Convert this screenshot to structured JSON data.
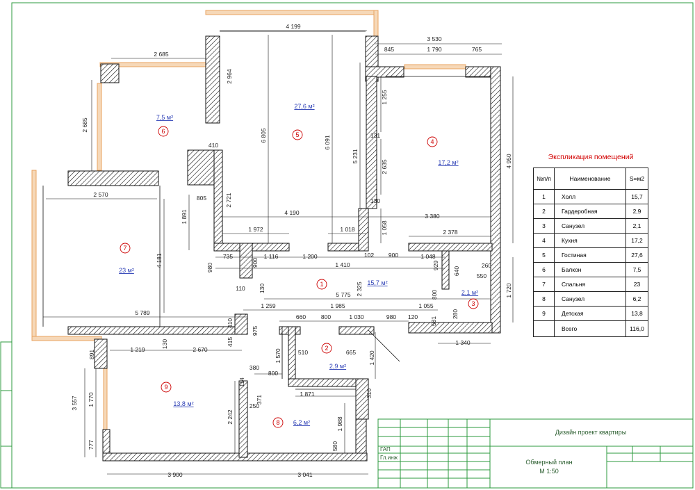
{
  "legend": {
    "title": "Экспликация помещений",
    "headers": [
      "№п/п",
      "Наименование",
      "S=м2"
    ],
    "rows": [
      [
        "1",
        "Холл",
        "15,7"
      ],
      [
        "2",
        "Гардеробная",
        "2,9"
      ],
      [
        "3",
        "Санузел",
        "2,1"
      ],
      [
        "4",
        "Кухня",
        "17,2"
      ],
      [
        "5",
        "Гостиная",
        "27,6"
      ],
      [
        "6",
        "Балкон",
        "7,5"
      ],
      [
        "7",
        "Спальня",
        "23"
      ],
      [
        "8",
        "Санузел",
        "6,2"
      ],
      [
        "9",
        "Детская",
        "13,8"
      ]
    ],
    "total_label": "Всего",
    "total_value": "116,0"
  },
  "stamp": {
    "project": "Дизайн проект квартиры",
    "sheet": "Обмерный план",
    "scale": "М 1:50",
    "role1": "ГАП",
    "role2": "Гл.инж"
  },
  "rooms": [
    {
      "n": "1",
      "area": "15,7 м²"
    },
    {
      "n": "2",
      "area": "2,9 м²"
    },
    {
      "n": "3",
      "area": "2,1 м²"
    },
    {
      "n": "4",
      "area": "17,2 м²"
    },
    {
      "n": "5",
      "area": "27,6 м²"
    },
    {
      "n": "6",
      "area": "7,5 м²"
    },
    {
      "n": "7",
      "area": "23 м²"
    },
    {
      "n": "8",
      "area": "6,2 м²"
    },
    {
      "n": "9",
      "area": "13,8 м²"
    }
  ],
  "dimensions": {
    "d4199": "4 199",
    "d3530": "3 530",
    "d845": "845",
    "d1790": "1 790",
    "d765": "765",
    "d2685a": "2 685",
    "d2685b": "2 685",
    "d2964": "2 964",
    "d6805": "6 805",
    "d6091": "6 091",
    "d1255": "1 255",
    "d131": "131",
    "d5231": "5 231",
    "d2635": "2 635",
    "d130": "130",
    "d1058": "1 058",
    "d4950": "4 950",
    "d410a": "410",
    "d805": "805",
    "d2721": "2 721",
    "d1891": "1 891",
    "d2570": "2 570",
    "d4190": "4 190",
    "d3380": "3 380",
    "d1972": "1 972",
    "d1018": "1 018",
    "d2378": "2 378",
    "d980a": "980",
    "d735": "735",
    "d900a": "900",
    "d1116": "1 116",
    "d1200": "1 200",
    "d1410": "1 410",
    "d102": "102",
    "d900b": "900",
    "d1048": "1 048",
    "d929": "929",
    "d260": "260",
    "d640": "640",
    "d550": "550",
    "d1720": "1 720",
    "d110": "110",
    "d130b": "130",
    "d2325": "2 325",
    "d800a": "800",
    "d4181": "4 181",
    "d5775": "5 775",
    "d1259": "1 259",
    "d1985": "1 985",
    "d1055": "1 055",
    "d5789": "5 789",
    "d660": "660",
    "d800b": "800",
    "d1030": "1 030",
    "d980b": "980",
    "d120": "120",
    "d581": "581",
    "d280": "280",
    "d410b": "410",
    "d975": "975",
    "d415": "415",
    "d130c": "130",
    "d1340": "1 340",
    "d891": "891",
    "d1219": "1 219",
    "d2670": "2 670",
    "d1570": "1 570",
    "d510": "510",
    "d665": "665",
    "d1420": "1 420",
    "d380": "380",
    "d800c": "800",
    "d114": "114",
    "d371": "371",
    "d250": "250",
    "d3557": "3 557",
    "d1770": "1 770",
    "d2242": "2 242",
    "d1871": "1 871",
    "d310": "310",
    "d1988": "1 988",
    "d580": "580",
    "d777": "777",
    "d3900": "3 900",
    "d3041": "3 041"
  },
  "colors": {
    "frame": "#2b9a3c",
    "legend_title": "#d20000",
    "area_text": "#2a3db5",
    "room_number": "#c00000",
    "window": "#e8a360"
  }
}
